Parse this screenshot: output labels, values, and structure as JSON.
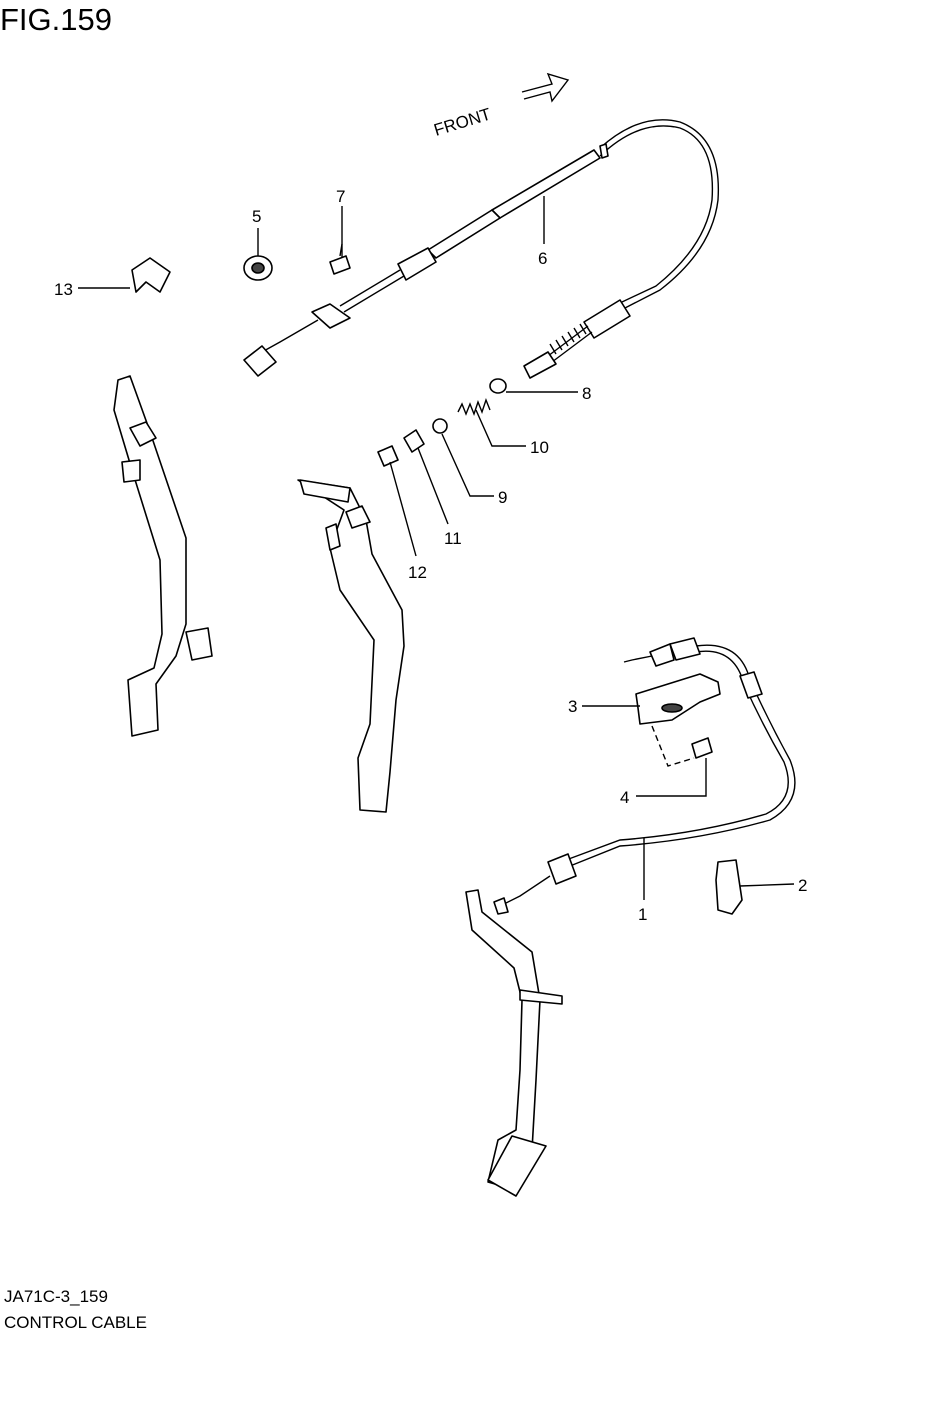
{
  "figure": {
    "title": "FIG.159",
    "code": "JA71C-3_159",
    "caption": "CONTROL CABLE",
    "direction_label": "FRONT"
  },
  "callouts": [
    {
      "id": "c1",
      "number": "1"
    },
    {
      "id": "c2",
      "number": "2"
    },
    {
      "id": "c3",
      "number": "3"
    },
    {
      "id": "c4",
      "number": "4"
    },
    {
      "id": "c5",
      "number": "5"
    },
    {
      "id": "c6",
      "number": "6"
    },
    {
      "id": "c7",
      "number": "7"
    },
    {
      "id": "c8",
      "number": "8"
    },
    {
      "id": "c9",
      "number": "9"
    },
    {
      "id": "c10",
      "number": "10"
    },
    {
      "id": "c11",
      "number": "11"
    },
    {
      "id": "c12",
      "number": "12"
    },
    {
      "id": "c13",
      "number": "13"
    }
  ]
}
